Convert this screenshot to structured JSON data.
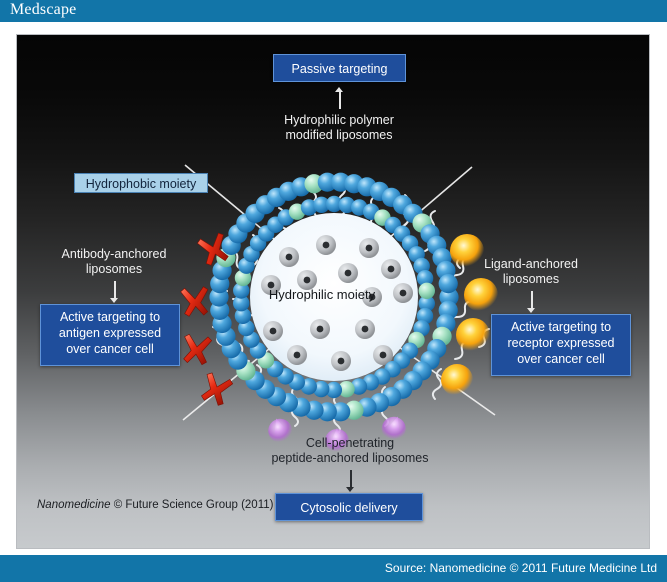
{
  "header": {
    "brand": "Medscape",
    "brand_color": "#1275a8"
  },
  "footer": {
    "source": "Source: Nanomedicine © 2011 Future Medicine Ltd",
    "bar_color": "#1275a8"
  },
  "figure": {
    "attribution_italic": "Nanomedicine",
    "attribution_rest": " © Future Science Group (2011)",
    "core_label": "Hydrophilic moiety",
    "boxes": {
      "passive_targeting": "Passive targeting",
      "hydrophobic_moiety": "Hydrophobic moiety",
      "active_antigen": "Active targeting to\nantigen expressed\nover cancer cell",
      "active_receptor": "Active targeting to\nreceptor expressed\nover cancer cell",
      "cytosolic_delivery": "Cytosolic delivery"
    },
    "labels": {
      "hydrophilic_polymer": "Hydrophilic polymer\nmodified liposomes",
      "antibody_anchored": "Antibody-anchored\nliposomes",
      "ligand_anchored": "Ligand-anchored\nliposomes",
      "cell_penetrating": "Cell-penetrating\npeptide-anchored liposomes"
    },
    "colors": {
      "cta_box_fill": "#1f4e9c",
      "cta_box_border": "#5f93d8",
      "pale_box_fill": "#a9d1e9",
      "pale_box_border": "#4a82b4",
      "lipid_head_blue": "#2e8fd0",
      "lipid_head_green": "#9fe0c0",
      "antibody_red": "#e02d18",
      "ligand_yellow": "#ffc21a",
      "peptide_purple": "#cf7fe8",
      "polymer_chain": "#e8eaec",
      "core_fill": "#eef5fb",
      "drug_particle": "#b9bcc0"
    }
  }
}
